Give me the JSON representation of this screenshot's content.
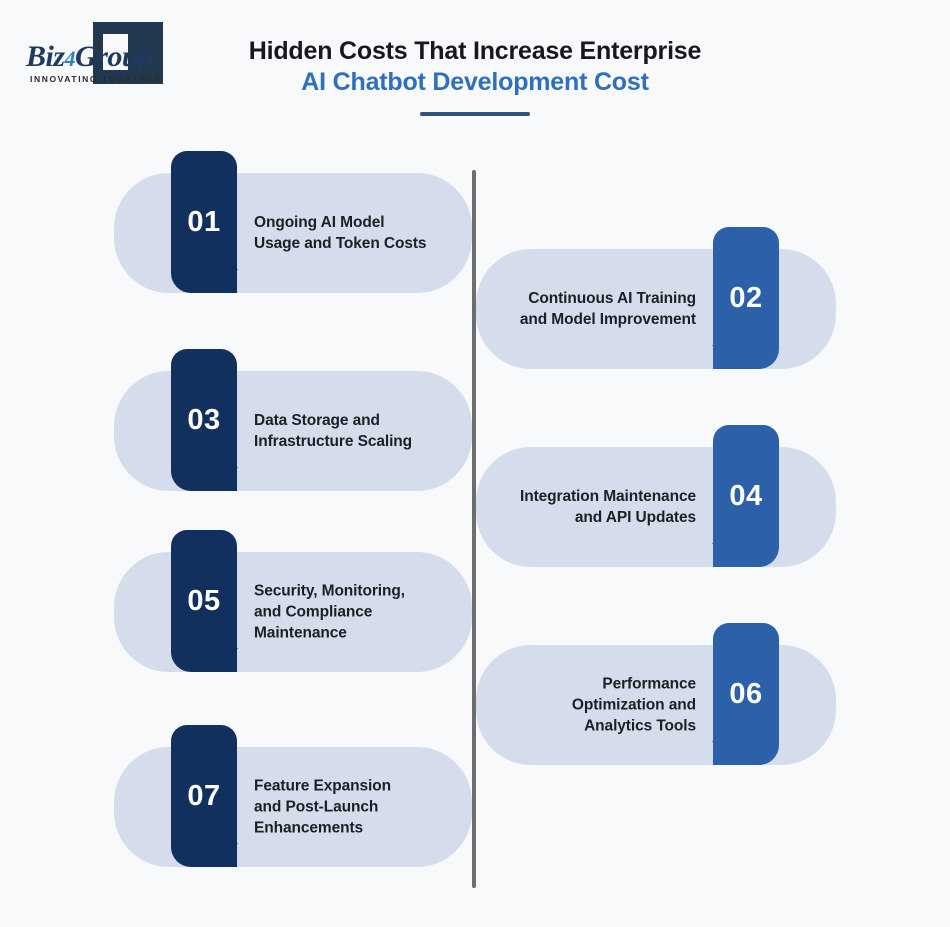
{
  "brand": {
    "logo_word_part1": "Biz",
    "logo_word_digit": "4",
    "logo_word_part2": "Group",
    "tagline": "INNOVATING TOGETHER"
  },
  "header": {
    "title_line1": "Hidden Costs That Increase Enterprise",
    "title_line2": "AI Chatbot Development Cost"
  },
  "colors": {
    "background": "#f7f9fb",
    "navy_badge": "#12305e",
    "blue_badge": "#2c60a9",
    "pill": "#d5dded",
    "title_accent": "#2f6fbd",
    "title_rule": "#2b5580",
    "divider": "#6d6d6d",
    "text_dark": "#1d1f23"
  },
  "items": [
    {
      "number": "01",
      "label": "Ongoing AI Model\nUsage and Token Costs",
      "side": "left"
    },
    {
      "number": "02",
      "label": "Continuous AI Training\nand Model Improvement",
      "side": "right"
    },
    {
      "number": "03",
      "label": "Data Storage and\nInfrastructure Scaling",
      "side": "left"
    },
    {
      "number": "04",
      "label": "Integration Maintenance\nand API Updates",
      "side": "right"
    },
    {
      "number": "05",
      "label": "Security, Monitoring,\nand Compliance\nMaintenance",
      "side": "left"
    },
    {
      "number": "06",
      "label": "Performance\nOptimization and\nAnalytics Tools",
      "side": "right"
    },
    {
      "number": "07",
      "label": "Feature Expansion\nand Post-Launch\nEnhancements",
      "side": "left"
    }
  ]
}
